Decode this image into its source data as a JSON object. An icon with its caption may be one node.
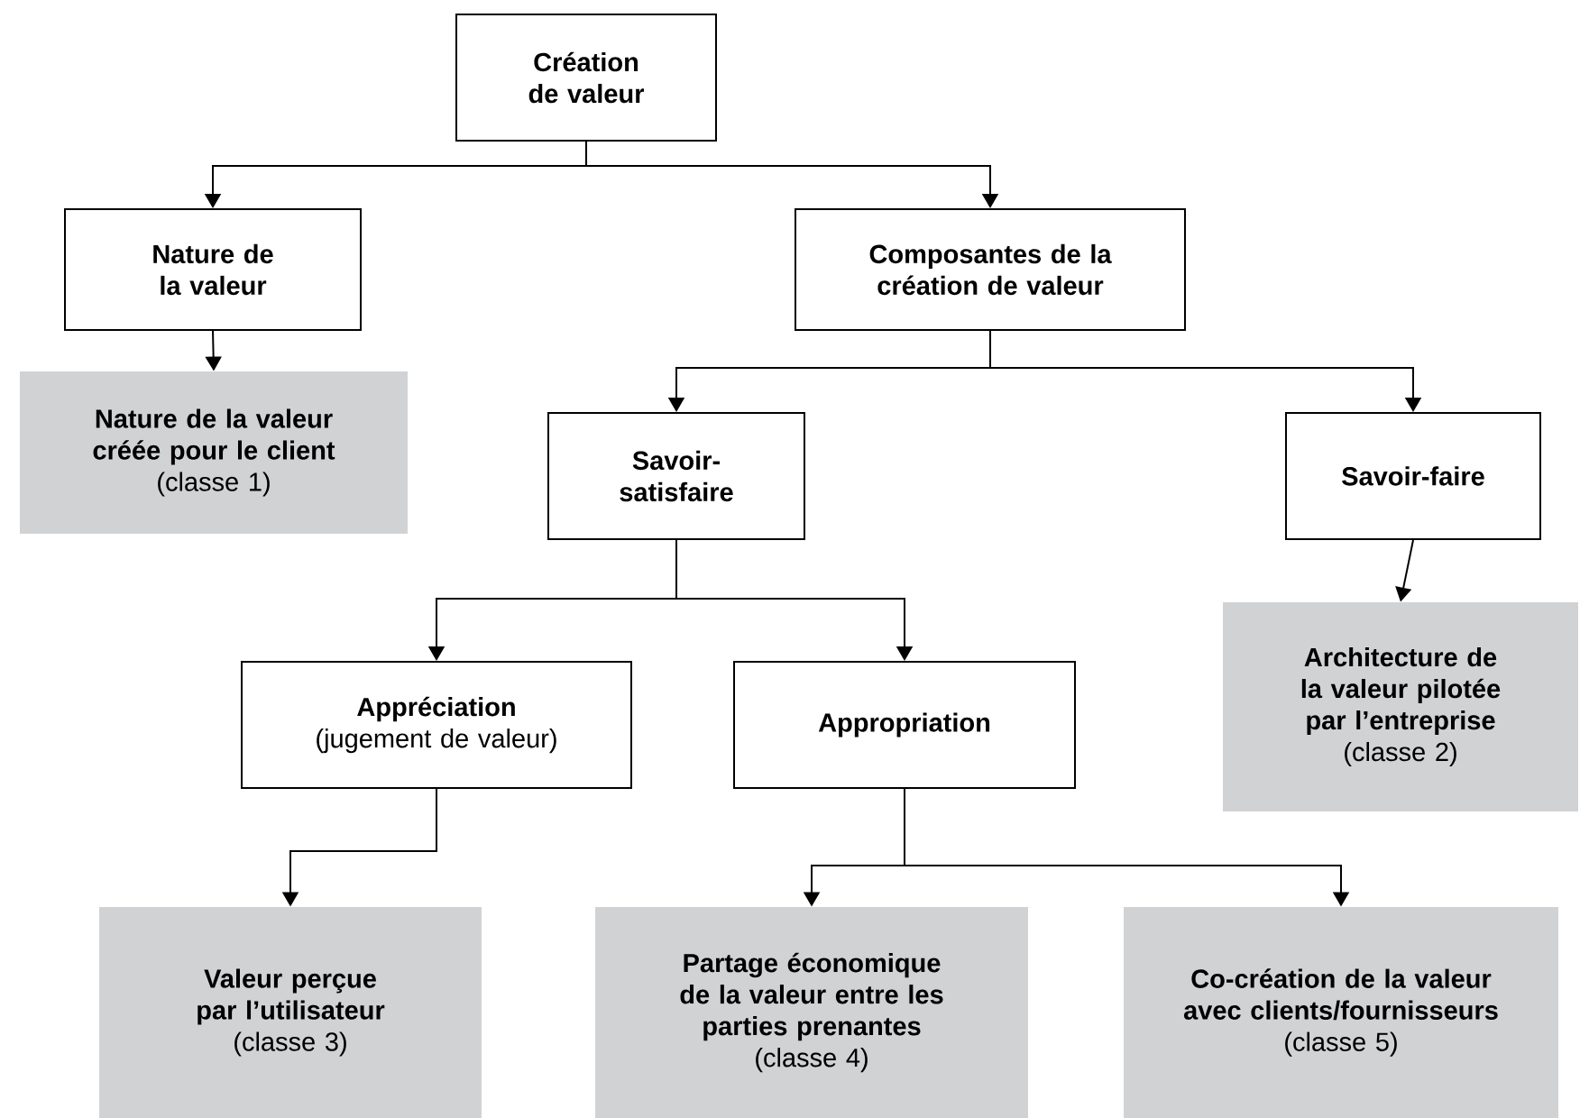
{
  "diagram": {
    "nodes": [
      {
        "text": [
          "Création de valeur"
        ]
      },
      {
        "text": [
          "Nature de la valeur"
        ]
      },
      {
        "text": [
          "Composantes de la création de valeur"
        ]
      },
      {
        "text": [
          "Nature de la valeur créée pour le client",
          "(classe 1)"
        ]
      },
      {
        "text": [
          "Savoir-satisfaire"
        ]
      },
      {
        "text": [
          "Savoir-faire"
        ]
      },
      {
        "text": [
          "Appréciation",
          "(jugement de valeur)"
        ]
      },
      {
        "text": [
          "Appropriation"
        ]
      },
      {
        "text": [
          "Architecture de la valeur pilotée par l’entreprise",
          "(classe 2)"
        ]
      },
      {
        "text": [
          "Valeur perçue par l’utilisateur",
          "(classe 3)"
        ]
      },
      {
        "text": [
          "Partage économique de la valeur entre les parties prenantes",
          "(classe 4)"
        ]
      },
      {
        "text": [
          "Co-création de la valeur avec clients/fournisseurs",
          "(classe 5)"
        ]
      }
    ],
    "edges": [
      {
        "from": 0,
        "to": 1,
        "arrow": "to"
      },
      {
        "from": 0,
        "to": 2,
        "arrow": "to"
      },
      {
        "from": 1,
        "to": 3,
        "arrow": "to"
      },
      {
        "from": 2,
        "to": 4,
        "arrow": "to"
      },
      {
        "from": 2,
        "to": 5,
        "arrow": "to"
      },
      {
        "from": 4,
        "to": 6,
        "arrow": "to"
      },
      {
        "from": 4,
        "to": 7,
        "arrow": "to"
      },
      {
        "from": 5,
        "to": 8,
        "arrow": "to"
      },
      {
        "from": 6,
        "to": 9,
        "arrow": "to"
      },
      {
        "from": 7,
        "to": 10,
        "arrow": "to"
      },
      {
        "from": 7,
        "to": 11,
        "arrow": "to"
      }
    ]
  }
}
